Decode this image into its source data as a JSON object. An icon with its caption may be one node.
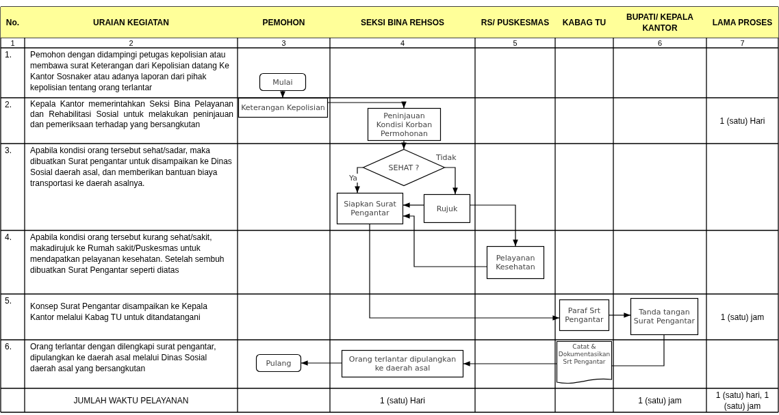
{
  "diagram": {
    "nodes": [
      {
        "text": [
          "Mulai"
        ]
      },
      {
        "text": [
          "Keterangan Kepolisian"
        ]
      },
      {
        "text": [
          "Peninjauan Kondisi Korban Permohonan"
        ]
      },
      {
        "text": [
          "SEHAT ?"
        ]
      },
      {
        "text": [
          "Siapkan Surat Pengantar"
        ]
      },
      {
        "text": [
          "Rujuk"
        ]
      },
      {
        "text": [
          "Pelayanan Kesehatan"
        ]
      },
      {
        "text": [
          "Paraf Srt Pengantar"
        ]
      },
      {
        "text": [
          "Tanda tangan Surat Pengantar"
        ]
      },
      {
        "text": [
          "Catat & Dokumentasikan Srt Pengantar"
        ]
      },
      {
        "text": [
          "Orang terlantar dipulangkan ke daerah asal"
        ]
      },
      {
        "text": [
          "Pulang"
        ]
      }
    ],
    "edges": [
      {
        "from": 0,
        "to": 1,
        "arrow": "to"
      },
      {
        "from": 1,
        "to": 2,
        "arrow": "to"
      },
      {
        "from": 2,
        "to": 3,
        "arrow": "to"
      },
      {
        "from": 3,
        "to": 4,
        "arrow": "to",
        "label": "Ya"
      },
      {
        "from": 3,
        "to": 5,
        "arrow": "to",
        "label": "Tidak"
      },
      {
        "from": 5,
        "to": 4,
        "arrow": "to"
      },
      {
        "from": 5,
        "to": 6,
        "arrow": "to"
      },
      {
        "from": 6,
        "to": 4,
        "arrow": "to"
      },
      {
        "from": 4,
        "to": 7,
        "arrow": "to"
      },
      {
        "from": 7,
        "to": 8,
        "arrow": "to"
      },
      {
        "from": 8,
        "to": 9,
        "arrow": "none"
      },
      {
        "from": 9,
        "to": 10,
        "arrow": "to"
      },
      {
        "from": 10,
        "to": 11,
        "arrow": "to"
      }
    ],
    "labels": [
      "No.",
      "URAIAN KEGIATAN",
      "PEMOHON",
      "SEKSI BINA REHSOS",
      "RS/ PUSKESMAS",
      "KABAG TU",
      "BUPATI/ KEPALA KANTOR",
      "LAMA PROSES",
      "1",
      "2",
      "3",
      "4",
      "5",
      "6",
      "7",
      "1.",
      "Pemohon dengan didampingi petugas kepolisian atau membawa surat Keterangan dari Kepolisian datang Ke Kantor Sosnaker atau adanya laporan dari pihak kepolisian tentang orang terlantar",
      "2.",
      "Kepala Kantor memerintahkan Seksi Bina Pelayanan dan Rehabilitasi Sosial untuk melakukan peninjauan dan pemeriksaan terhadap yang bersangkutan",
      "1 (satu) Hari",
      "3.",
      "Apabila kondisi orang tersebut sehat/sadar, maka dibuatkan Surat pengantar untuk disampaikan ke Dinas Sosial daerah asal, dan memberikan bantuan biaya transportasi ke daerah asalnya.",
      "4.",
      "Apabila kondisi orang tersebut kurang sehat/sakit, makadirujuk ke Rumah sakit/Puskesmas untuk mendapatkan pelayanan kesehatan. Setelah sembuh dibuatkan Surat Pengantar seperti diatas",
      "5.",
      "Konsep Surat Pengantar disampaikan ke Kepala Kantor melalui Kabag TU untuk ditandatangani",
      "1 (satu) jam",
      "6.",
      "Orang terlantar dengan dilengkapi surat pengantar, dipulangkan ke daerah asal melalui Dinas Sosial daerah asal yang bersangkutan",
      "JUMLAH WAKTU PELAYANAN",
      "1 (satu) Hari",
      "1 (satu) jam",
      "1 (satu) hari, 1 (satu) jam"
    ]
  }
}
